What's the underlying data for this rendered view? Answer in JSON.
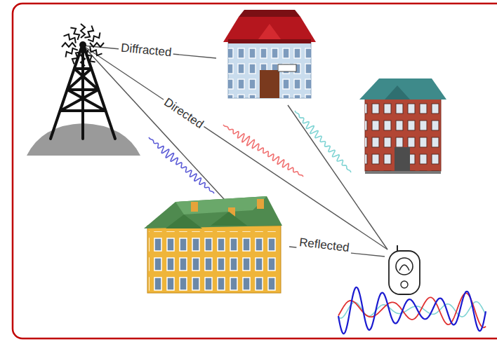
{
  "diagram": {
    "labels": [
      "Diffracted",
      "Directed",
      "Reflected"
    ]
  }
}
